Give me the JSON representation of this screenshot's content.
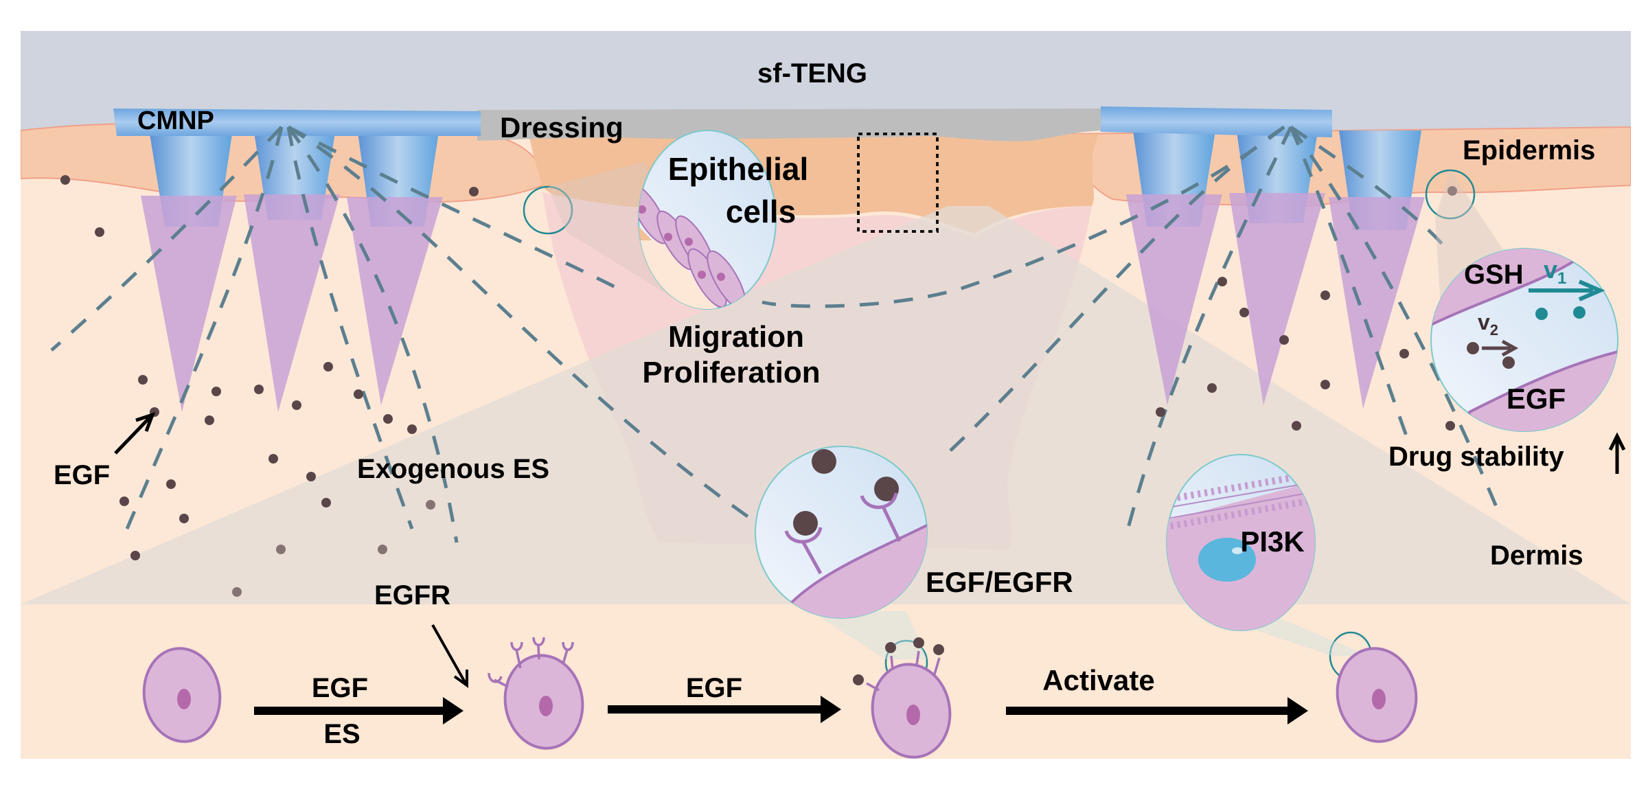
{
  "figure": {
    "title_device": "sf-TENG",
    "labels": {
      "cmnp": "CMNP",
      "dressing": "Dressing",
      "epidermis": "Epidermis",
      "dermis": "Dermis",
      "epithelial_cells_line1": "Epithelial",
      "epithelial_cells_line2": "cells",
      "migration": "Migration",
      "proliferation": "Proliferation",
      "egf_pointer": "EGF",
      "exogenous_es": "Exogenous ES",
      "egfr_pointer": "EGFR",
      "egf_egfr": "EGF/EGFR",
      "pi3k": "PI3K",
      "gsh": "GSH",
      "v1": "v",
      "v1_sub": "1",
      "v2": "v",
      "v2_sub": "2",
      "egf_inset": "EGF",
      "drug_stability": "Drug stability"
    },
    "pathway": {
      "step1_top": "EGF",
      "step1_bottom": "ES",
      "step2": "EGF",
      "step3": "Activate"
    },
    "colors": {
      "device_band": "#cfd4de",
      "dressing": "#bdbdbd",
      "epidermis": "#f2bf98",
      "epidermis_light": "#f7c9ab",
      "dermis": "#fde8d7",
      "wound": "#f7d4d4",
      "shadow_band": "#e8e2dc",
      "needle_blue": "#7eb3e3",
      "needle_tip": "#c9a6d6",
      "cell_fill": "#dbb6d8",
      "cell_stroke": "#a673b8",
      "nucleus": "#b46aaa",
      "egf_dot": "#5a4549",
      "teal": "#1f8a93",
      "dash": "#5c7f8f",
      "inset_bg": "#dde9f5",
      "pi3k_blue": "#5ab6dc"
    }
  }
}
